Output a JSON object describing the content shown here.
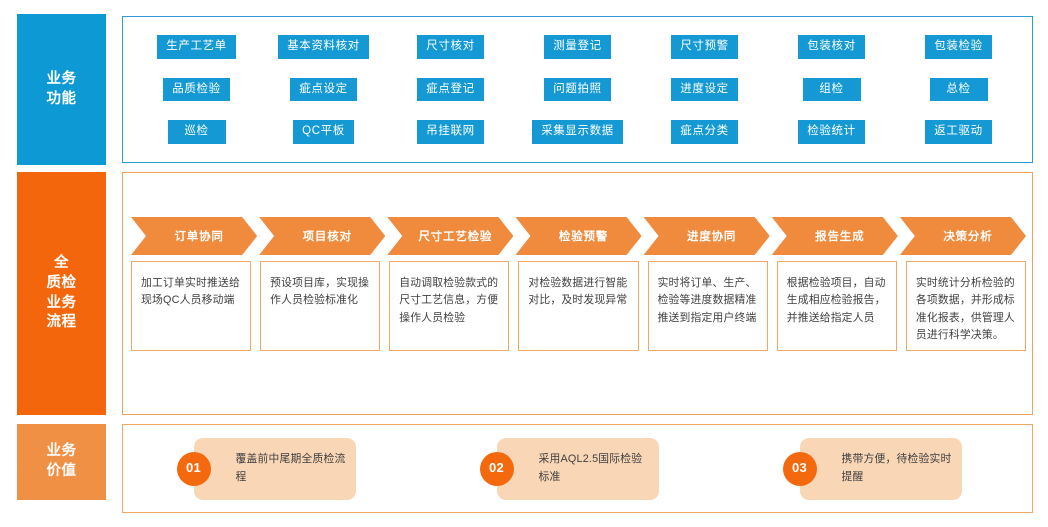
{
  "colors": {
    "blue_label": "#0D99D3",
    "blue_chip": "#1499D4",
    "blue_border": "#2E9BD6",
    "orange_strong": "#F4660B",
    "orange_arrow": "#F08A3C",
    "orange_border": "#F3A765",
    "orange_light_label": "#EF9045",
    "value_card_bg": "#F9D6B6",
    "badge": "#F4690E"
  },
  "bands": {
    "functions": {
      "label": "业务\n功能",
      "label_lines": [
        "业务",
        "功能"
      ],
      "rows": [
        [
          "生产工艺单",
          "基本资料核对",
          "尺寸核对",
          "测量登记",
          "尺寸预警",
          "包装核对",
          "包装检验"
        ],
        [
          "品质检验",
          "疵点设定",
          "疵点登记",
          "问题拍照",
          "进度设定",
          "组检",
          "总检"
        ],
        [
          "巡检",
          "QC平板",
          "吊挂联网",
          "采集显示数据",
          "疵点分类",
          "检验统计",
          "返工驱动"
        ]
      ]
    },
    "flow": {
      "label_lines": [
        "全",
        "质检",
        "业务",
        "流程"
      ],
      "steps": [
        {
          "title": "订单协同",
          "desc": "加工订单实时推送给现场QC人员移动端"
        },
        {
          "title": "项目核对",
          "desc": "预设项目库，实现操作人员检验标准化"
        },
        {
          "title": "尺寸工艺检验",
          "desc": "自动调取检验款式的尺寸工艺信息，方便操作人员检验"
        },
        {
          "title": "检验预警",
          "desc": "对检验数据进行智能对比，及时发现异常"
        },
        {
          "title": "进度协同",
          "desc": "实时将订单、生产、检验等进度数据精准推送到指定用户终端"
        },
        {
          "title": "报告生成",
          "desc": "根据检验项目，自动生成相应检验报告，并推送给指定人员"
        },
        {
          "title": "决策分析",
          "desc": "实时统计分析检验的各项数据，并形成标准化报表，供管理人员进行科学决策。"
        }
      ]
    },
    "value": {
      "label_lines": [
        "业务",
        "价值"
      ],
      "cards": [
        {
          "number": "01",
          "text": "覆盖前中尾期全质检流程"
        },
        {
          "number": "02",
          "text": "采用AQL2.5国际检验标准"
        },
        {
          "number": "03",
          "text": "携带方便，待检验实时提醒"
        }
      ]
    }
  }
}
